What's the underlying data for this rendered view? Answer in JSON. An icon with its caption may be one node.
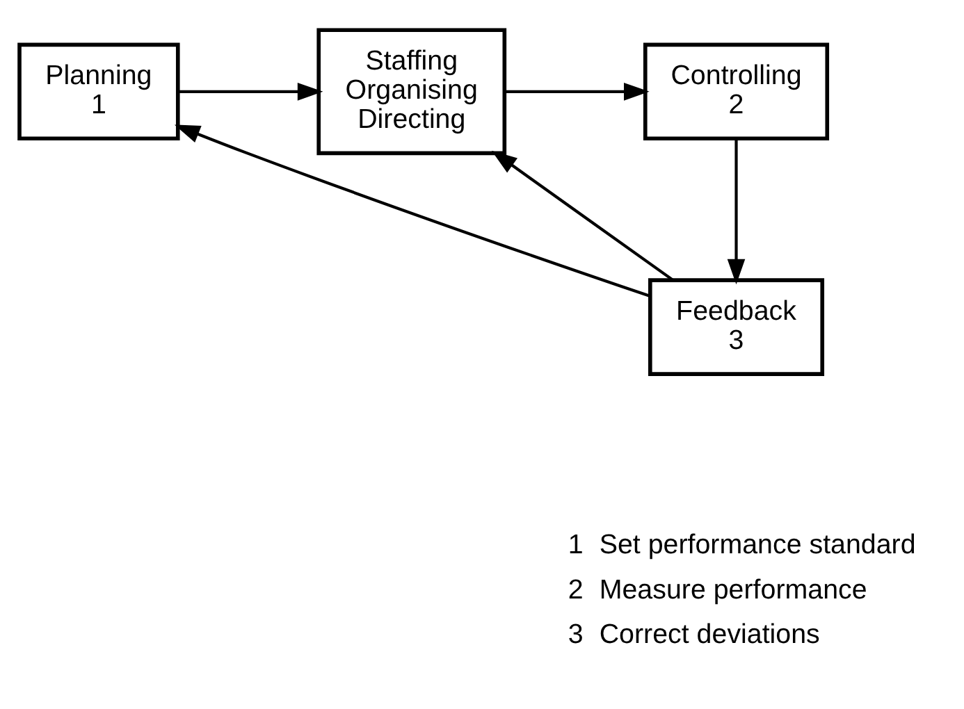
{
  "diagram": {
    "nodes": [
      {
        "text": [
          "Planning",
          "1"
        ]
      },
      {
        "text": [
          "Staffing",
          "Organising",
          "Directing"
        ]
      },
      {
        "text": [
          "Controlling",
          "2"
        ]
      },
      {
        "text": [
          "Feedback",
          "3"
        ]
      }
    ],
    "edges": [
      {
        "from": 0,
        "to": 1,
        "arrow": "to"
      },
      {
        "from": 1,
        "to": 2,
        "arrow": "to"
      },
      {
        "from": 2,
        "to": 3,
        "arrow": "to"
      },
      {
        "from": 3,
        "to": 1,
        "arrow": "to"
      },
      {
        "from": 3,
        "to": 0,
        "arrow": "to"
      }
    ],
    "labels": [
      "1",
      "Set performance standard",
      "2",
      "Measure performance",
      "3",
      "Correct deviations"
    ]
  }
}
